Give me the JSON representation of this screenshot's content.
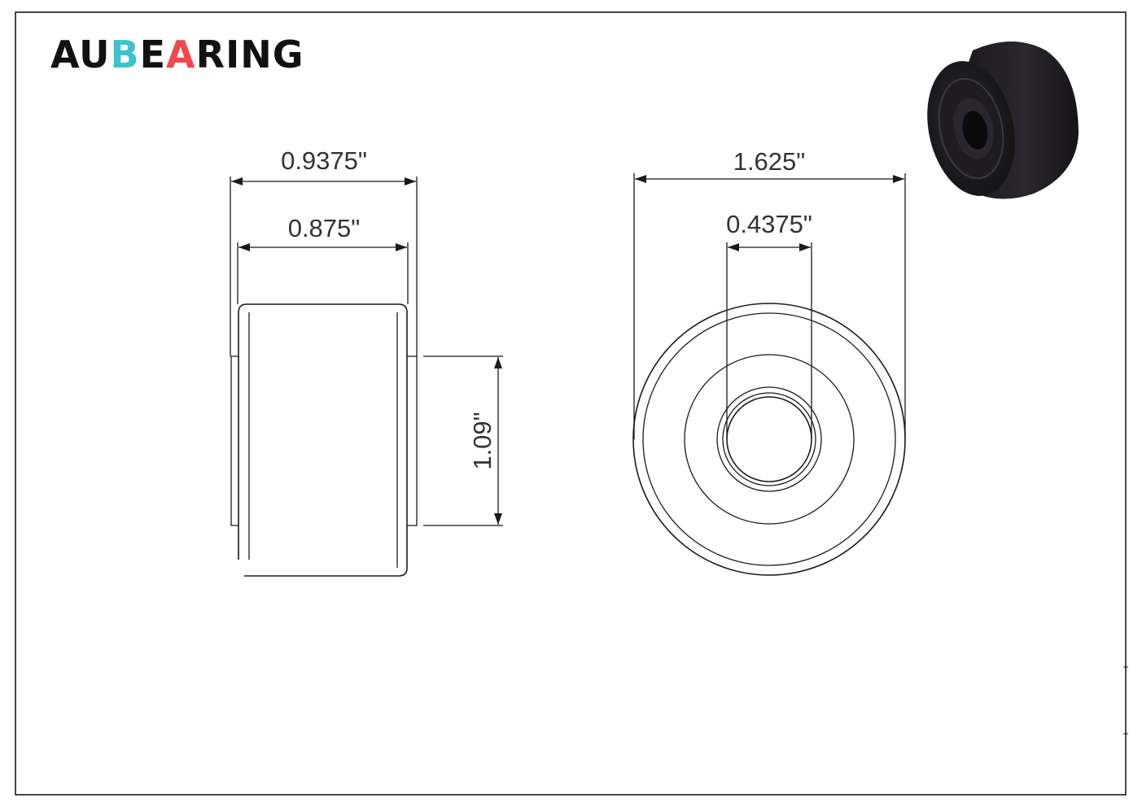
{
  "brand": {
    "parts": [
      {
        "text": "AU",
        "color": "#111111"
      },
      {
        "text": "B",
        "color": "#3cc4cc"
      },
      {
        "text": "E",
        "color": "#111111"
      },
      {
        "text": "A",
        "color": "#f0484e"
      },
      {
        "text": "RING",
        "color": "#111111"
      }
    ]
  },
  "dimensions": {
    "overall_width": "0.9375\"",
    "outer_width": "0.875\"",
    "outer_diameter": "1.625\"",
    "bore_diameter": "0.4375\"",
    "side_height": "1.09\""
  },
  "colors": {
    "line": "#1a1a1a",
    "product_render": "#1c1a1e"
  }
}
